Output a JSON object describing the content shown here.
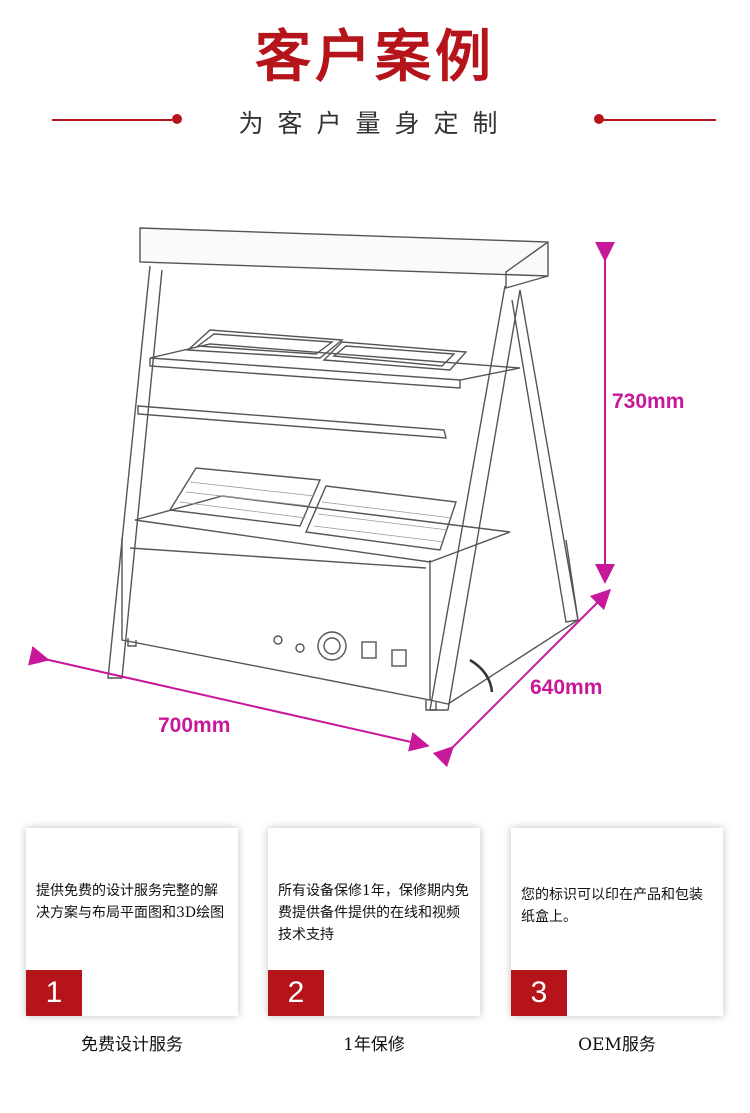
{
  "header": {
    "title": "客户案例",
    "subtitle": "为客户量身定制"
  },
  "dimensions": {
    "height": "730mm",
    "depth": "640mm",
    "width": "700mm"
  },
  "colors": {
    "brand_red": "#b4141a",
    "dimension_magenta": "#c8189a"
  },
  "services": [
    {
      "number": "1",
      "text": "提供免费的设计服务完整的解决方案与布局平面图和3D绘图",
      "caption": "免费设计服务"
    },
    {
      "number": "2",
      "text": "所有设备保修1年，保修期内免费提供备件提供的在线和视频技术支持",
      "caption": "1年保修"
    },
    {
      "number": "3",
      "text": "您的标识可以印在产品和包装纸盒上。",
      "caption": "OEM服务"
    }
  ]
}
